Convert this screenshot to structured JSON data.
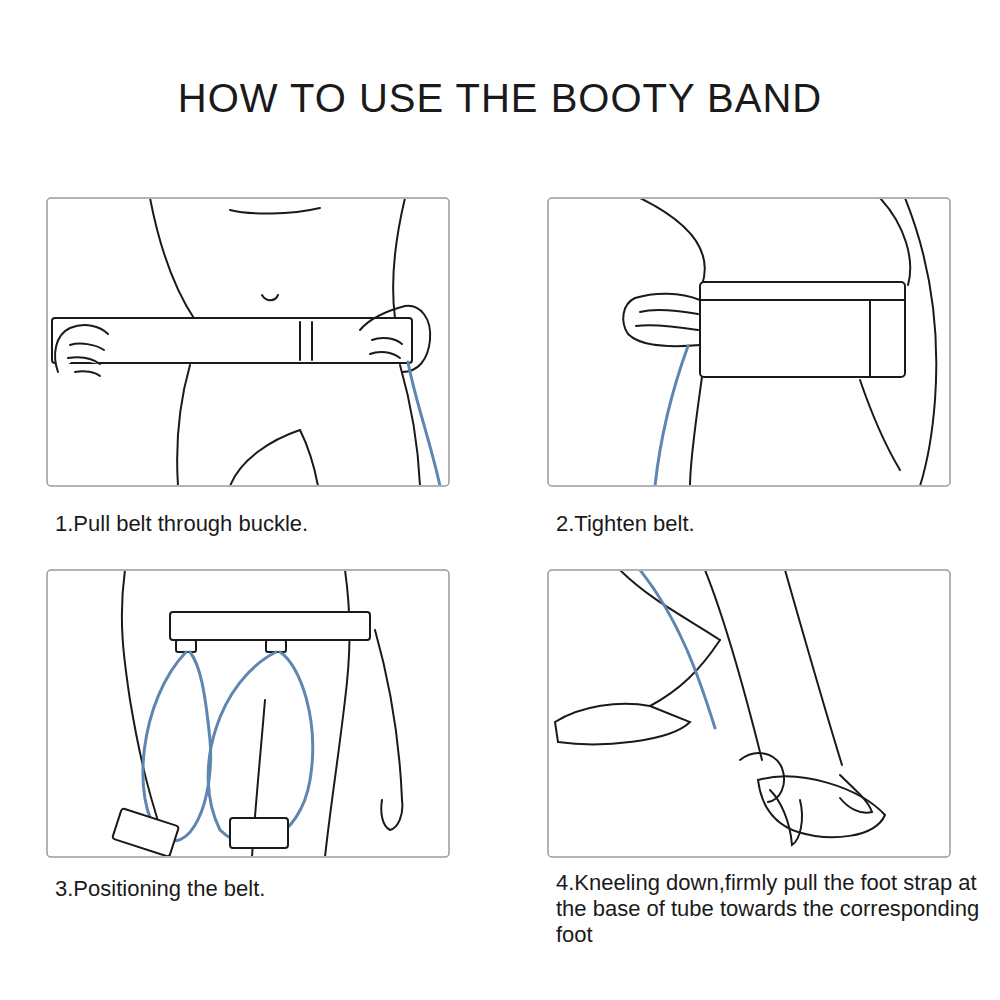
{
  "diagram": {
    "title": "HOW TO USE THE BOOTY BAND",
    "labels": [
      "1.Pull belt through buckle.",
      "2.Tighten belt.",
      "3.Positioning the belt.",
      "4.Kneeling down,firmly pull the foot strap at the base of tube towards the corresponding foot"
    ]
  }
}
